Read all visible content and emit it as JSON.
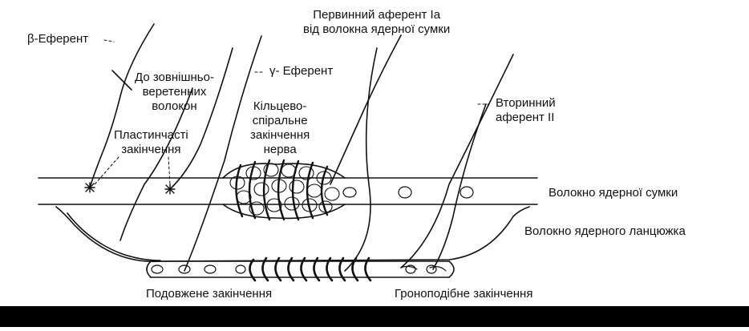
{
  "colors": {
    "ink": "#111111",
    "background": "#ffffff",
    "footer_bar": "#000000"
  },
  "labels": {
    "beta_efferent": "β-Еферент",
    "to_extrafusal": [
      "До зовнішньо-",
      "веретенних",
      "волокон"
    ],
    "gamma_efferent": "γ- Еферент",
    "plate_endings": [
      "Пластинчасті",
      "закінчення"
    ],
    "annulospiral": [
      "Кільцево-",
      "спіральне",
      "закінчення",
      "нерва"
    ],
    "primary_afferent": [
      "Первинний аферент Ia",
      "від волокна ядерної сумки"
    ],
    "secondary_afferent": [
      "Вторинний",
      "аферент II"
    ],
    "nuclear_bag_fiber": "Волокно ядерної сумки",
    "nuclear_chain_fiber": "Волокно ядерного ланцюжка",
    "trail_ending": "Подовжене закінчення",
    "flower_spray_ending": "Гроноподібне закінчення"
  }
}
